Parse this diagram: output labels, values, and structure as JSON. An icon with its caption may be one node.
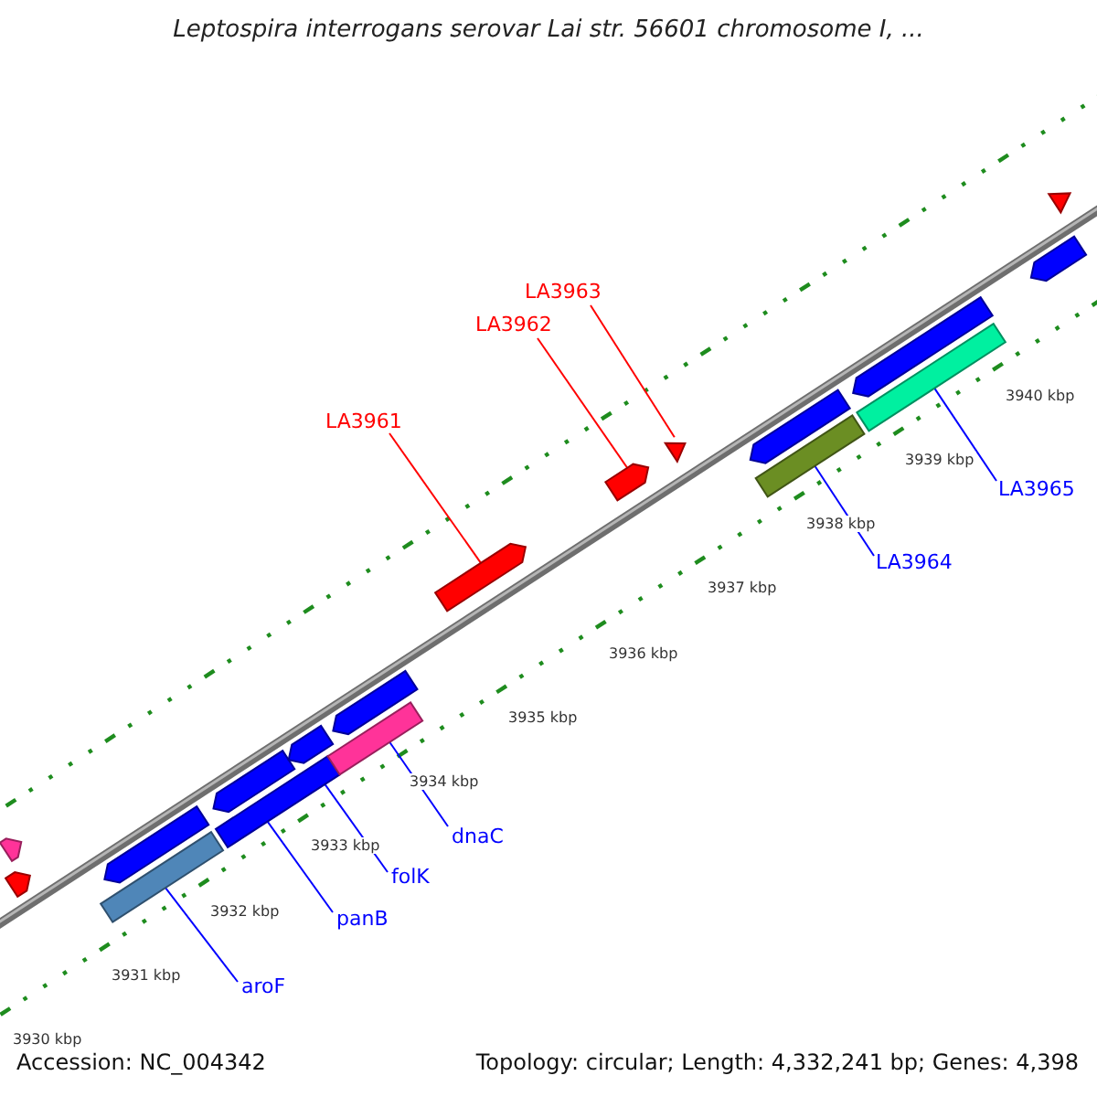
{
  "diagram": {
    "title": "Leptospira interrogans serovar Lai str. 56601 chromosome I, ...",
    "nodes": [
      {
        "text": [
          "LA3963"
        ]
      },
      {
        "text": [
          "LA3962"
        ]
      },
      {
        "text": [
          "LA3961"
        ]
      },
      {
        "text": [
          "LA3965"
        ]
      },
      {
        "text": [
          "LA3964"
        ]
      },
      {
        "text": [
          "dnaC"
        ]
      },
      {
        "text": [
          "folK"
        ]
      },
      {
        "text": [
          "panB"
        ]
      },
      {
        "text": [
          "aroF"
        ]
      },
      {
        "text": [],
        "shape": "arrow"
      },
      {
        "text": [],
        "shape": "arrow"
      },
      {
        "text": [],
        "shape": "bar"
      },
      {
        "text": [],
        "shape": "arrow"
      },
      {
        "text": [],
        "shape": "bar"
      },
      {
        "text": [],
        "shape": "arrow"
      },
      {
        "text": [],
        "shape": "arrow"
      },
      {
        "text": [],
        "shape": "bar"
      },
      {
        "text": [],
        "shape": "arrow"
      },
      {
        "text": [],
        "shape": "arrow"
      },
      {
        "text": [],
        "shape": "arrow"
      },
      {
        "text": [],
        "shape": "triangle"
      },
      {
        "text": [],
        "shape": "bar"
      },
      {
        "text": [],
        "shape": "arrow"
      },
      {
        "text": [],
        "shape": "bar"
      },
      {
        "text": [],
        "shape": "arrow"
      },
      {
        "text": [],
        "shape": "arrow"
      },
      {
        "text": [],
        "shape": "triangle"
      }
    ],
    "edges": [
      {
        "from": 0,
        "to": 20,
        "arrow": "none",
        "color": "#ff0000"
      },
      {
        "from": 1,
        "to": 19,
        "arrow": "none",
        "color": "#ff0000"
      },
      {
        "from": 2,
        "to": 18,
        "arrow": "none",
        "color": "#ff0000"
      },
      {
        "from": 3,
        "to": 23,
        "arrow": "none"
      },
      {
        "from": 4,
        "to": 21,
        "arrow": "none"
      },
      {
        "from": 5,
        "to": 16,
        "arrow": "none"
      },
      {
        "from": 6,
        "to": 13,
        "arrow": "none"
      },
      {
        "from": 7,
        "to": 13,
        "arrow": "none"
      },
      {
        "from": 8,
        "to": 11,
        "arrow": "none"
      }
    ],
    "labels": [
      "3940 kbp",
      "3939 kbp",
      "3938 kbp",
      "3937 kbp",
      "3936 kbp",
      "3935 kbp",
      "3934 kbp",
      "3933 kbp",
      "3932 kbp",
      "3931 kbp",
      "3930 kbp",
      "Accession: NC_004342",
      "Topology: circular; Length: 4,332,241 bp; Genes: 4,398"
    ]
  }
}
